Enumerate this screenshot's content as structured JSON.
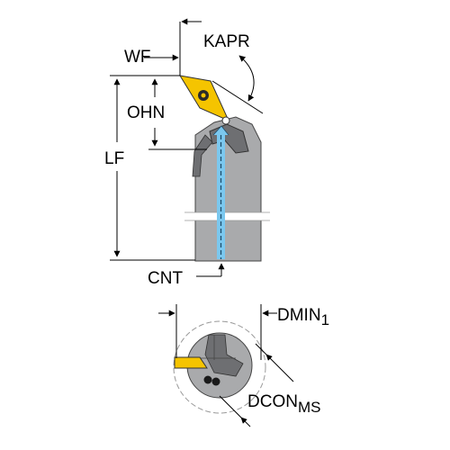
{
  "labels": {
    "wf": "WF",
    "kapr": "KAPR",
    "ohn": "OHN",
    "lf": "LF",
    "cnt": "CNT",
    "dmin_main": "DMIN",
    "dmin_sub": "1",
    "dcon_main": "DCON",
    "dcon_sub": "MS"
  },
  "colors": {
    "body_gray": "#a9aaac",
    "dark_gray": "#6e6f72",
    "insert_yellow": "#f5c400",
    "coolant_blue": "#7bc8ef",
    "line": "#000000"
  }
}
